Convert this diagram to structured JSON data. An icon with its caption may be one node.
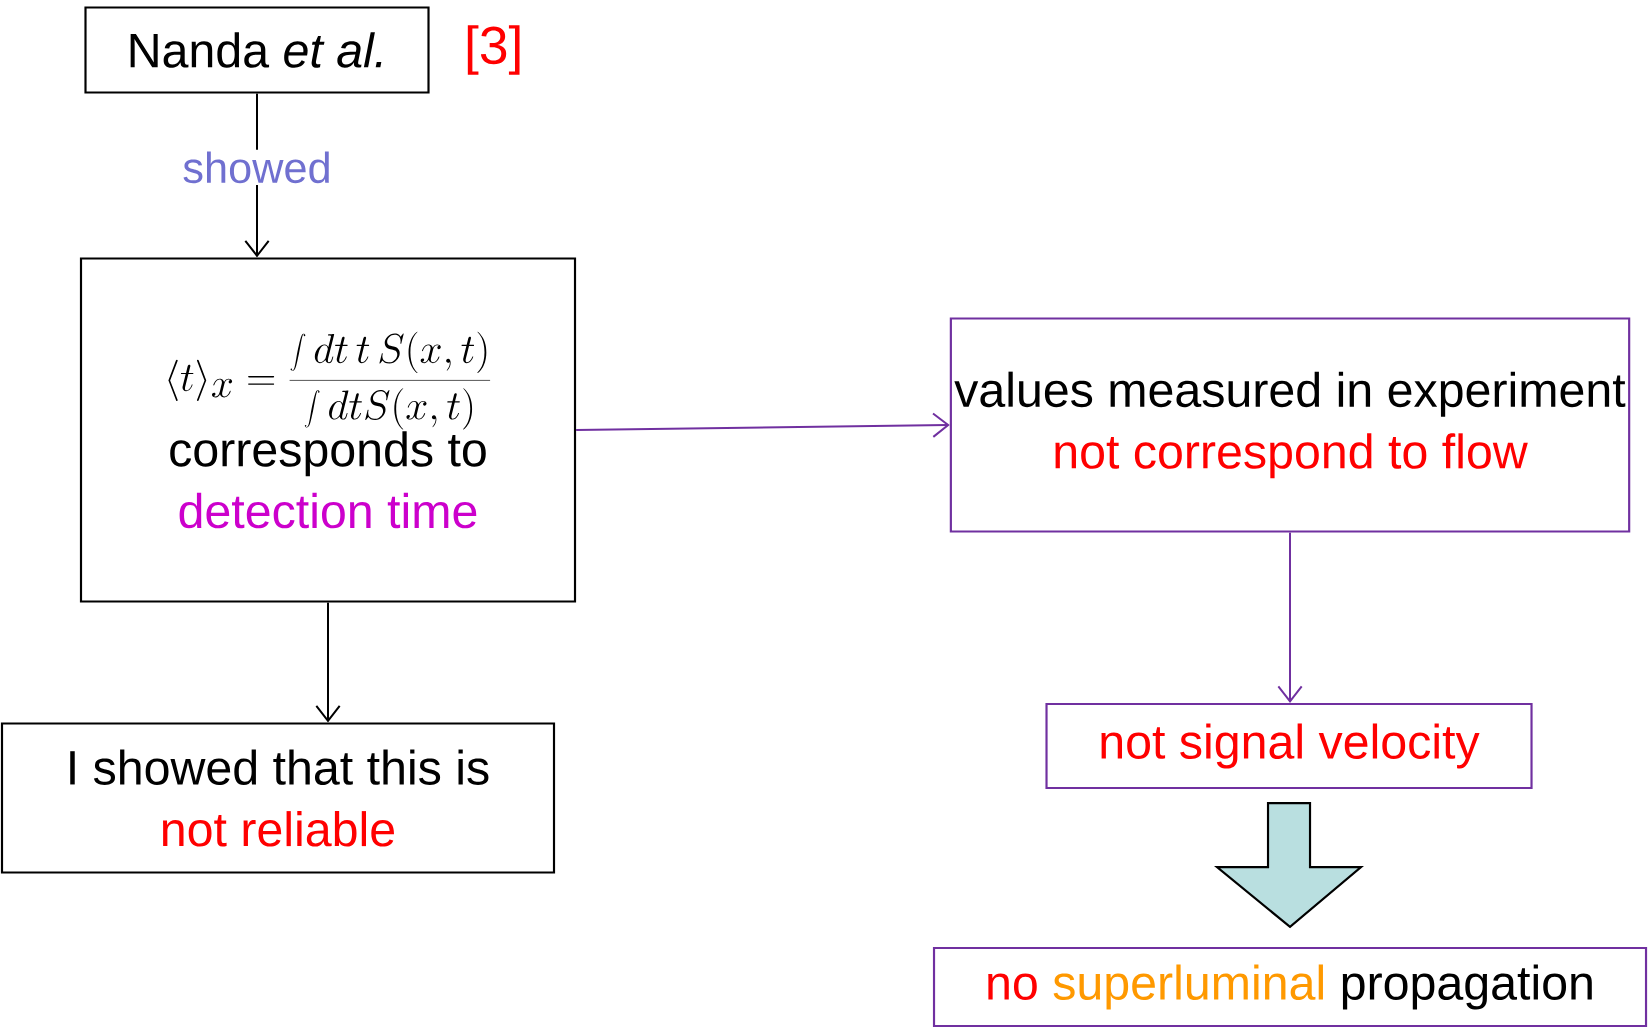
{
  "diagram": {
    "nodes": [
      {
        "text": [
          "Nanda *et al.*"
        ],
        "beside": [
          "[3]"
        ]
      },
      {
        "text": [
          "\\langle t\\rangle_x = \\frac{\\displaystyle\\int dt\\, t\\, S(x,t)}{\\displaystyle\\int dt S(x,t)}",
          "corresponds to",
          "detection time"
        ]
      },
      {
        "text": [
          "I showed that this is",
          "not reliable"
        ]
      },
      {
        "text": [
          "values measured in experiment",
          "not correspond to flow"
        ]
      },
      {
        "text": [
          "not signal velocity"
        ]
      },
      {
        "text": [
          "no",
          "superluminal",
          "propagation"
        ]
      }
    ],
    "edges": [
      {
        "from": 0,
        "to": 1,
        "arrow": "to",
        "label": "showed"
      },
      {
        "from": 1,
        "to": 3,
        "arrow": "to",
        "color": "#7030a0"
      },
      {
        "from": 1,
        "to": 2,
        "arrow": "to"
      },
      {
        "from": 3,
        "to": 4,
        "arrow": "to",
        "color": "#7030a0"
      },
      {
        "from": 4,
        "to": 5,
        "arrow": "to",
        "style": "thick",
        "color": "#b9dfe0"
      }
    ]
  }
}
